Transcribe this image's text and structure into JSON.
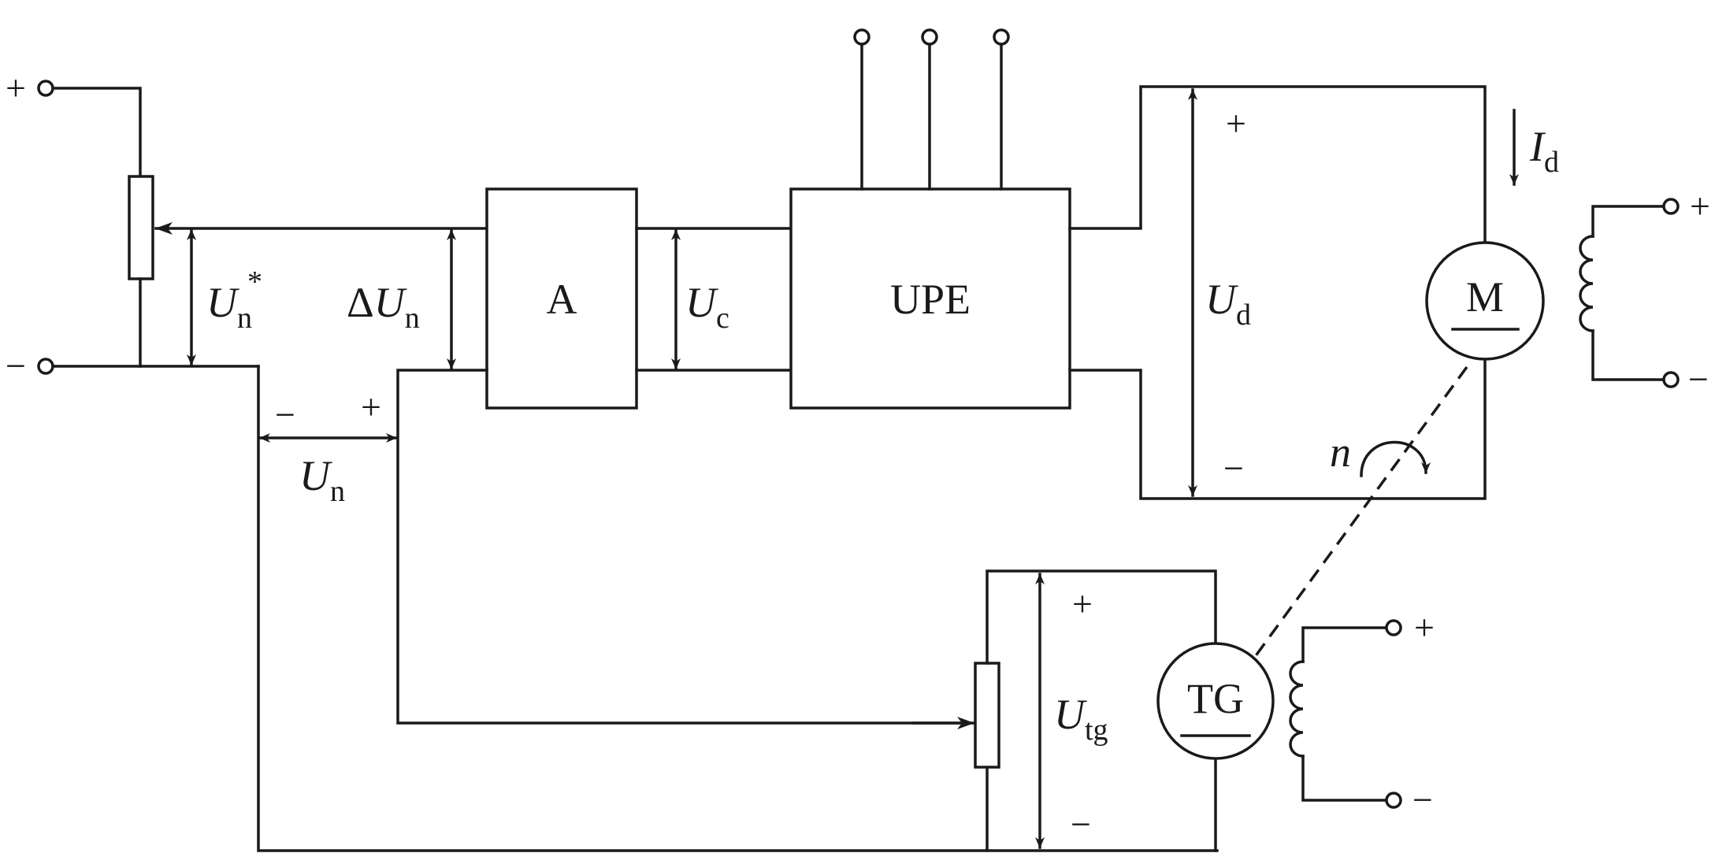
{
  "blocks": {
    "amplifier": "A",
    "upe": "UPE",
    "motor": "M",
    "tachogenerator": "TG"
  },
  "voltages": {
    "reference": {
      "symbol": "U",
      "subscript": "n",
      "superscript": "*"
    },
    "error": {
      "prefix": "Δ",
      "symbol": "U",
      "subscript": "n"
    },
    "control": {
      "symbol": "U",
      "subscript": "c"
    },
    "armature": {
      "symbol": "U",
      "subscript": "d"
    },
    "feedback": {
      "symbol": "U",
      "subscript": "n"
    },
    "tacho": {
      "symbol": "U",
      "subscript": "tg"
    }
  },
  "current": {
    "symbol": "I",
    "subscript": "d"
  },
  "speed": {
    "symbol": "n"
  },
  "ac_supply": "~",
  "signs": {
    "plus": "+",
    "minus": "−"
  }
}
